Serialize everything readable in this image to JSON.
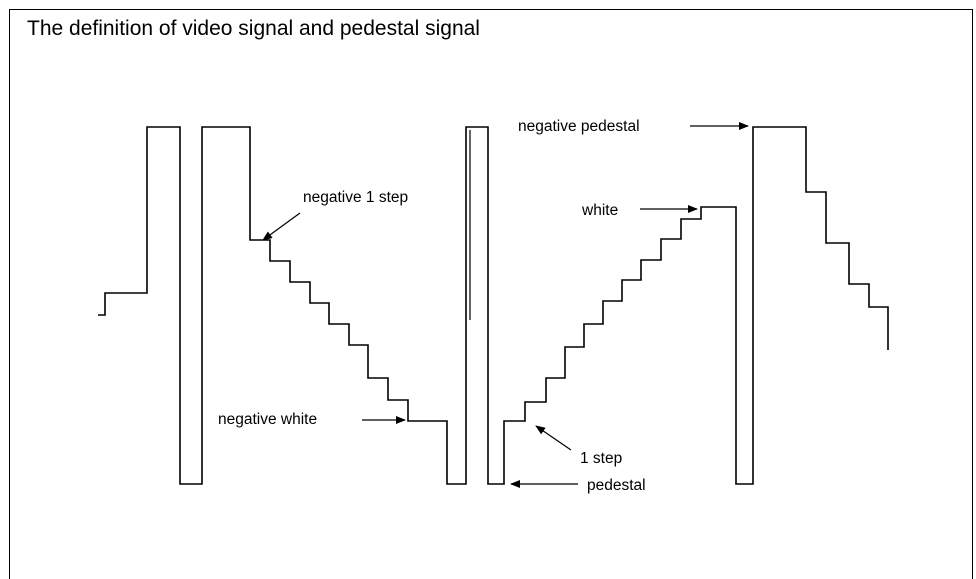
{
  "title": "The definition of video signal and pedestal signal",
  "labels": {
    "negative_pedestal": "negative pedestal",
    "negative_1_step": "negative 1 step",
    "white": "white",
    "negative_white": "negative white",
    "one_step": "1 step",
    "pedestal": "pedestal"
  },
  "colors": {
    "line": "#000000",
    "background": "#ffffff"
  }
}
